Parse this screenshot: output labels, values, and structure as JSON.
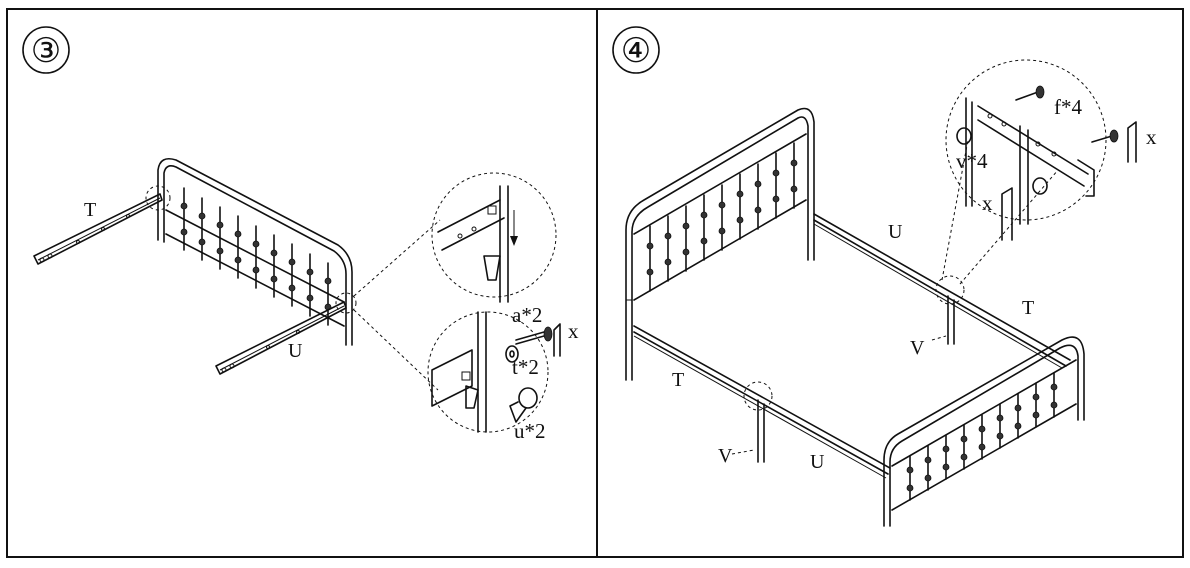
{
  "steps": [
    {
      "number": "③",
      "labels": {
        "rail_t": "T",
        "rail_u": "U"
      },
      "parts": {
        "bolt": "a*2",
        "washer": "t*2",
        "nut": "u*2",
        "hex_key": "x"
      }
    },
    {
      "number": "④",
      "labels": {
        "rail_u_back": "U",
        "rail_t_right": "T",
        "leg_v_right": "V",
        "rail_t_left": "T",
        "leg_v_left": "V",
        "rail_u_front": "U"
      },
      "parts": {
        "bolt": "f*4",
        "leg_cap": "v*4",
        "hex_key_1": "x",
        "hex_key_2": "x"
      }
    }
  ]
}
